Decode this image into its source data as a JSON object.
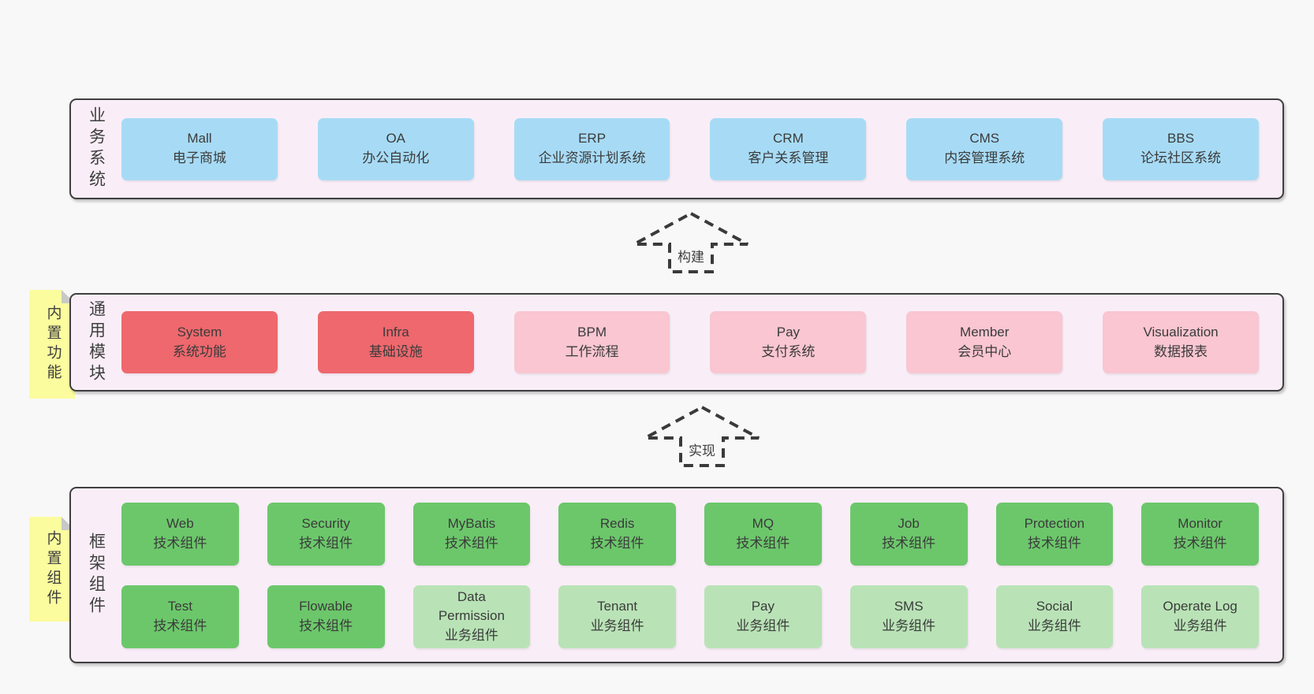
{
  "colors": {
    "page_bg": "#f8f8f8",
    "panel_bg": "#f9eef7",
    "panel_border": "#3f3f3f",
    "box_blue": "#a7dbf5",
    "box_red": "#ee686d",
    "box_pink": "#f9c6d1",
    "box_green": "#6cc76b",
    "box_light_green": "#b9e3b6",
    "note_yellow": "#fbfc9e",
    "note_fold_gray": "#c8c8c8",
    "text": "#3b3b3b"
  },
  "layers": {
    "business": {
      "label": "业务系统",
      "boxes": [
        {
          "en": "Mall",
          "zh": "电子商城"
        },
        {
          "en": "OA",
          "zh": "办公自动化"
        },
        {
          "en": "ERP",
          "zh": "企业资源计划系统"
        },
        {
          "en": "CRM",
          "zh": "客户关系管理"
        },
        {
          "en": "CMS",
          "zh": "内容管理系统"
        },
        {
          "en": "BBS",
          "zh": "论坛社区系统"
        }
      ]
    },
    "modules": {
      "label": "通用模块",
      "note": "内置功能",
      "boxes": [
        {
          "en": "System",
          "zh": "系统功能"
        },
        {
          "en": "Infra",
          "zh": "基础设施"
        },
        {
          "en": "BPM",
          "zh": "工作流程"
        },
        {
          "en": "Pay",
          "zh": "支付系统"
        },
        {
          "en": "Member",
          "zh": "会员中心"
        },
        {
          "en": "Visualization",
          "zh": "数据报表"
        }
      ]
    },
    "components": {
      "label": "框架组件",
      "note": "内置组件",
      "row1": [
        {
          "en": "Web",
          "zh": "技术组件"
        },
        {
          "en": "Security",
          "zh": "技术组件"
        },
        {
          "en": "MyBatis",
          "zh": "技术组件"
        },
        {
          "en": "Redis",
          "zh": "技术组件"
        },
        {
          "en": "MQ",
          "zh": "技术组件"
        },
        {
          "en": "Job",
          "zh": "技术组件"
        },
        {
          "en": "Protection",
          "zh": "技术组件"
        },
        {
          "en": "Monitor",
          "zh": "技术组件"
        }
      ],
      "row2": [
        {
          "en": "Test",
          "zh": "技术组件"
        },
        {
          "en": "Flowable",
          "zh": "技术组件"
        },
        {
          "en": "Data Permission",
          "zh": "业务组件"
        },
        {
          "en": "Tenant",
          "zh": "业务组件"
        },
        {
          "en": "Pay",
          "zh": "业务组件"
        },
        {
          "en": "SMS",
          "zh": "业务组件"
        },
        {
          "en": "Social",
          "zh": "业务组件"
        },
        {
          "en": "Operate Log",
          "zh": "业务组件"
        }
      ]
    }
  },
  "arrows": [
    {
      "label": "构建"
    },
    {
      "label": "实现"
    }
  ]
}
